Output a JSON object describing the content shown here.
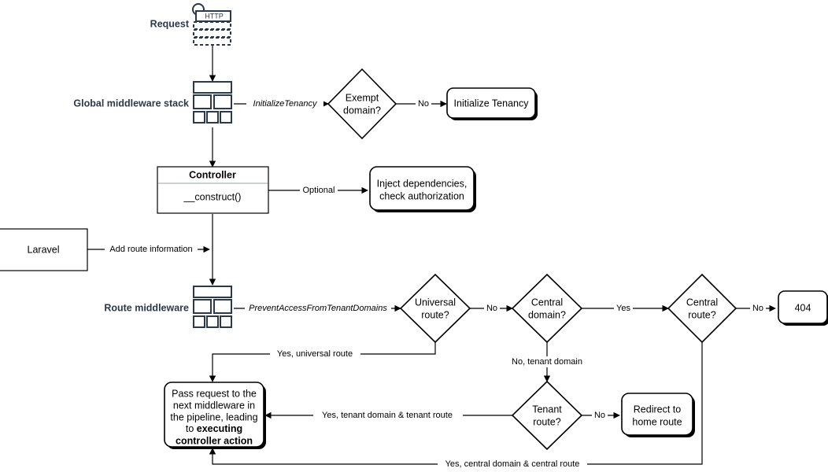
{
  "diagram": {
    "title": "Laravel multi-tenancy request lifecycle flowchart",
    "colors": {
      "stroke": "#000000",
      "label_accent": "#2b3a4a",
      "background": "#ffffff"
    },
    "side_labels": {
      "request": "Request",
      "global_middleware": "Global middleware stack",
      "route_middleware": "Route middleware"
    },
    "icons": {
      "http_request": "http-request-icon",
      "middleware_stack": "middleware-stack-icon"
    },
    "icon_text": {
      "http": "HTTP"
    },
    "nodes": {
      "controller_title": "Controller",
      "controller_method": "__construct()",
      "exempt_domain": [
        "Exempt",
        "domain?"
      ],
      "initialize_tenancy": "Initialize Tenancy",
      "inject_dependencies": [
        "Inject dependencies,",
        "check authorization"
      ],
      "laravel": "Laravel",
      "universal_route": [
        "Universal",
        "route?"
      ],
      "central_domain": [
        "Central",
        "domain?"
      ],
      "central_route": [
        "Central",
        "route?"
      ],
      "not_found": "404",
      "tenant_route": [
        "Tenant",
        "route?"
      ],
      "redirect_home": [
        "Redirect to",
        "home route"
      ],
      "pass_request": {
        "lines": [
          "Pass request to the",
          "next middleware in",
          "the pipeline, leading"
        ],
        "tail_normal": "to ",
        "tail_bold_1": "executing",
        "tail_bold_2": "controller action"
      }
    },
    "edge_labels": {
      "initialize_tenancy": "InitializeTenancy",
      "exempt_no": "No",
      "optional": "Optional",
      "add_route_information": "Add route information",
      "prevent_access": "PreventAccessFromTenantDomains",
      "universal_no": "No",
      "central_domain_yes": "Yes",
      "central_route_no": "No",
      "yes_universal_route": "Yes, universal route",
      "no_tenant_domain": "No, tenant domain",
      "yes_tenant_domain_tenant_route": "Yes, tenant domain & tenant route",
      "tenant_route_no": "No",
      "yes_central_domain_central_route": "Yes, central domain & central route"
    }
  }
}
